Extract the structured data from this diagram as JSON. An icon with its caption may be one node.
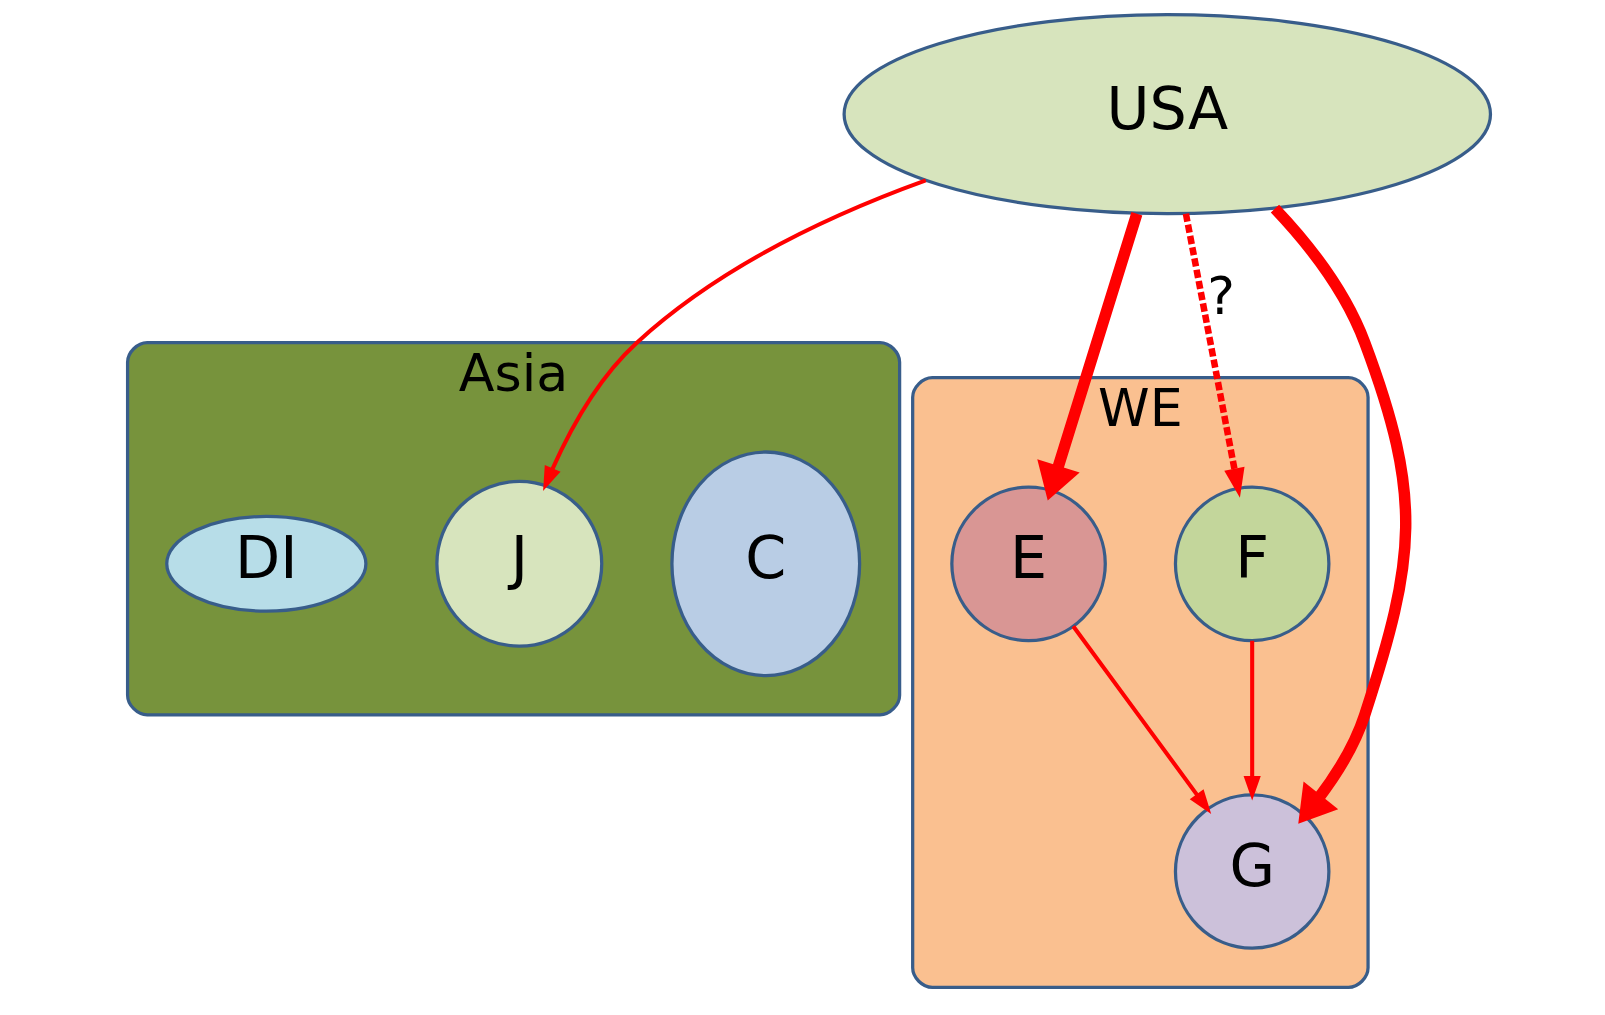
{
  "diagram": {
    "nodes": [
      {
        "text": [
          "USA"
        ]
      },
      {
        "text": [
          "Asia"
        ]
      },
      {
        "text": [
          "C"
        ],
        "in": 1
      },
      {
        "text": [
          "J"
        ],
        "in": 1
      },
      {
        "text": [
          "DI"
        ],
        "in": 1
      },
      {
        "text": [
          "WE"
        ]
      },
      {
        "text": [
          "E"
        ],
        "in": 5
      },
      {
        "text": [
          "G"
        ],
        "in": 5
      },
      {
        "text": [
          "F"
        ],
        "in": 5
      }
    ],
    "edges": [
      {
        "from": 0,
        "to": 3,
        "arrow": "to"
      },
      {
        "from": 0,
        "to": 8,
        "arrow": "to",
        "style": "dashed",
        "label": "?"
      },
      {
        "from": 0,
        "to": 6,
        "arrow": "to",
        "style": "thick"
      },
      {
        "from": 0,
        "to": 7,
        "arrow": "to",
        "style": "thick"
      },
      {
        "from": 6,
        "to": 7,
        "arrow": "to"
      },
      {
        "from": 8,
        "to": 7,
        "arrow": "to"
      }
    ]
  }
}
